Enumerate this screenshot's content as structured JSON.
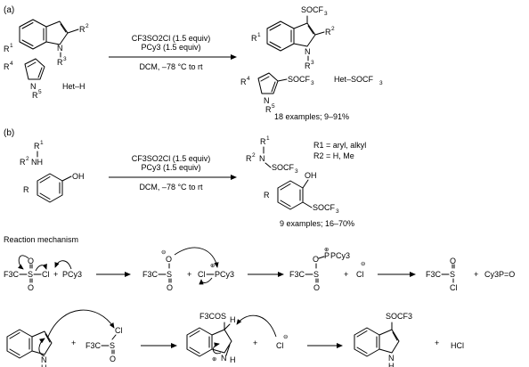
{
  "panel_a": {
    "label": "(a)",
    "r_indole": "R",
    "sub_1": "1",
    "r2": "R",
    "sub_2": "2",
    "r3": "R",
    "sub_3": "3",
    "r4": "R",
    "sub_4": "4",
    "r5": "R",
    "sub_5": "5",
    "het_h": "Het–H",
    "reagent_1": "CF3SO2Cl (1.5 equiv)",
    "reagent_2": "PCy3 (1.5 equiv)",
    "conditions": "DCM, –78 °C to rt",
    "soc_f3": "SOCF",
    "sub_f3": "3",
    "het_socf3": "Het–SOCF",
    "examples": "18 examples; 9–91%",
    "n": "N",
    "h": "H"
  },
  "panel_b": {
    "label": "(b)",
    "r1": "R",
    "sub_1": "1",
    "r2": "R",
    "sub_2": "2",
    "nh": "NH",
    "n": "N",
    "r": "R",
    "oh": "OH",
    "reagent_1": "CF3SO2Cl (1.5 equiv)",
    "reagent_2": "PCy3 (1.5 equiv)",
    "conditions": "DCM, –78 °C to rt",
    "socf": "SOCF",
    "sub_3": "3",
    "r1_def": "R1 = aryl, alkyl",
    "r2_def": "R2 = H, Me",
    "examples": "9 examples; 16–70%"
  },
  "mechanism": {
    "title": "Reaction mechanism",
    "f3c": "F3C",
    "s": "S",
    "cl": "Cl",
    "o": "O",
    "pcy3": "PCy3",
    "p": "P",
    "cy3p_o": "Cy3P=O",
    "plus": "+",
    "minus": "⊖",
    "cation": "⊕",
    "f3cos": "F3COS",
    "h": "H",
    "n": "N",
    "socf3": "SOCF3",
    "hcl": "HCl"
  }
}
